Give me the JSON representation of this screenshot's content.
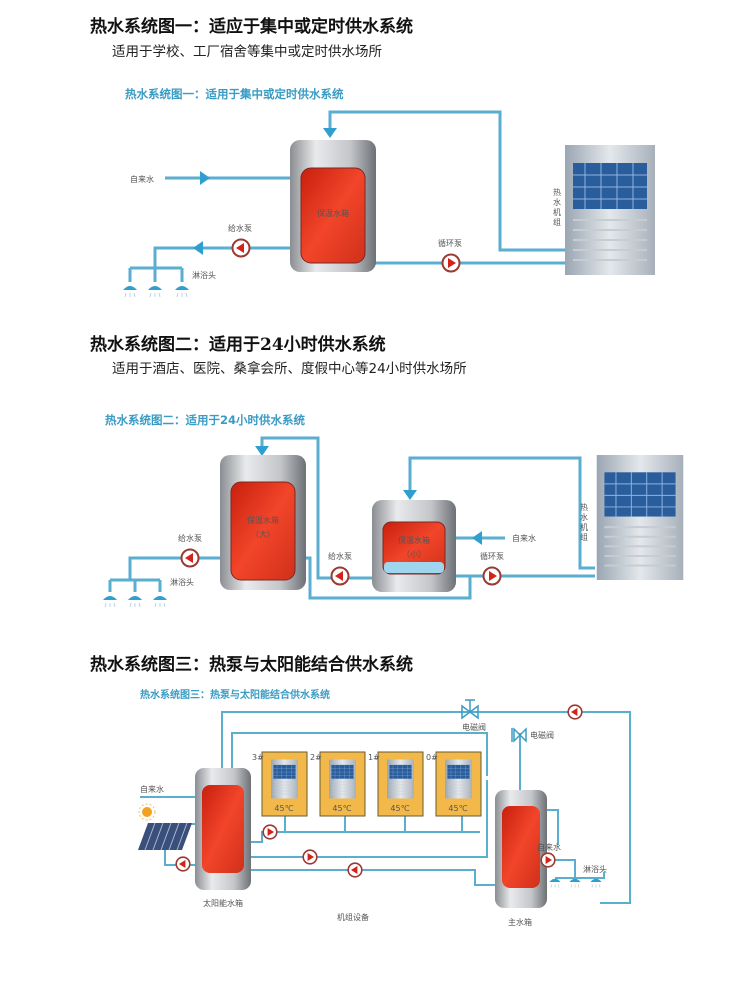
{
  "sections": [
    {
      "title": "热水系统图一：适应于集中或定时供水系统",
      "subtitle": "适用于学校、工厂宿舍等集中或定时供水场所",
      "caption": "热水系统图一：适用于集中或定时供水系统",
      "labels": {
        "tap_water": "自来水",
        "supply_pump": "给水泵",
        "shower": "淋浴头",
        "tank": "保温水箱",
        "circ_pump": "循环泵",
        "unit": "热水机组"
      }
    },
    {
      "title": "热水系统图二：适用于24小时供水系统",
      "subtitle": "适用于酒店、医院、桑拿会所、度假中心等24小时供水场所",
      "caption": "热水系统图二：适用于24小时供水系统",
      "labels": {
        "big_tank": "保温水箱",
        "big_tank_size": "（大）",
        "small_tank": "保温水箱",
        "small_tank_size": "（小）",
        "supply_pump_1": "给水泵",
        "supply_pump_2": "给水泵",
        "circ_pump": "循环泵",
        "tap_water": "自来水",
        "shower": "淋浴头",
        "unit": "热水机组"
      }
    },
    {
      "title": "热水系统图三：热泵与太阳能结合供水系统",
      "caption": "热水系统图三：热泵与太阳能结合供水系统",
      "labels": {
        "valve_1": "电磁阀",
        "valve_2": "电磁阀",
        "tap_water_1": "自来水",
        "tap_water_2": "自来水",
        "solar_tank": "太阳能水箱",
        "units": "机组设备",
        "main_tank": "主水箱",
        "shower": "淋浴头",
        "unit_ids": [
          "3#",
          "2#",
          "1#",
          "0#"
        ],
        "unit_temps": [
          "45℃",
          "45℃",
          "45℃",
          "45℃"
        ]
      }
    }
  ],
  "colors": {
    "pipe": "#5aaed0",
    "tank_red": "#e8351c",
    "caption": "#3a9cc4",
    "unit_box": "#f2b94a"
  }
}
